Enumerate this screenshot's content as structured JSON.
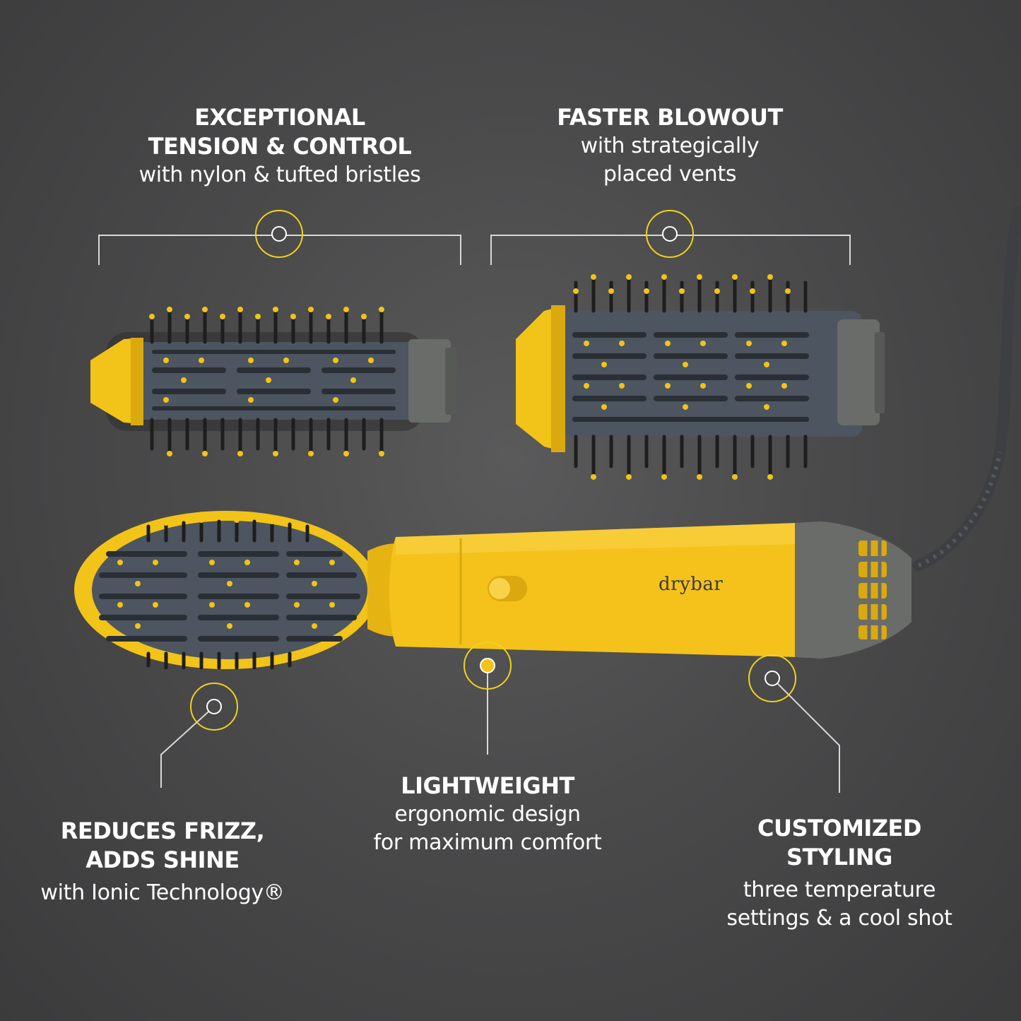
{
  "features": {
    "tension": {
      "headline": "EXCEPTIONAL\nTENSION & CONTROL",
      "sub": "with nylon & tufted bristles"
    },
    "blowout": {
      "headline": "FASTER BLOWOUT",
      "sub": "with strategically\nplaced vents"
    },
    "frizz": {
      "headline": "REDUCES FRIZZ,\nADDS SHINE",
      "sub": "with Ionic Technology®"
    },
    "lightweight": {
      "headline": "LIGHTWEIGHT",
      "sub": "ergonomic design\nfor maximum comfort"
    },
    "styling": {
      "headline": "CUSTOMIZED\nSTYLING",
      "sub": "three temperature\nsettings & a cool shot"
    }
  },
  "product": {
    "brand": "drybar"
  },
  "colors": {
    "background": "#4a4a4b",
    "accent_yellow": "#f2c318",
    "body_yellow": "#f4c21a",
    "barrel_gray": "#4c5560",
    "bristle_dark": "#2b2b2b",
    "callout_line": "#d8d8d8"
  },
  "icons": {
    "callout_marker": "target-circle-icon",
    "power_switch": "slider-switch-icon",
    "vent_grille": "vent-grille-icon"
  }
}
